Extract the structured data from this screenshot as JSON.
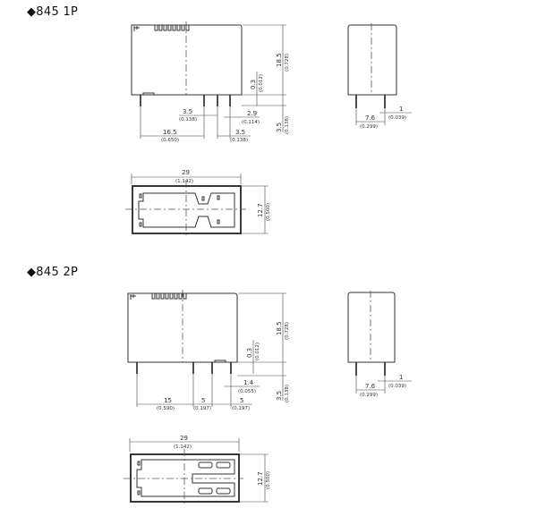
{
  "sections": [
    {
      "title": "◆845 1P",
      "front": {
        "height": "18.5",
        "height_in": "(0.728)",
        "gap": "0.3",
        "gap_in": "(0.012)",
        "pin_len": "3.5",
        "pin_len_in": "(0.138)",
        "d1": "3.5",
        "d1_in": "(0.138)",
        "d2": "2.9",
        "d2_in": "(0.114)",
        "d3": "16.5",
        "d3_in": "(0.650)",
        "d4": "3.5",
        "d4_in": "(0.138)"
      },
      "side": {
        "pitch": "7.6",
        "pitch_in": "(0.299)",
        "pin": "1",
        "pin_in": "(0.039)"
      },
      "bottom": {
        "width": "29",
        "width_in": "(1.142)",
        "depth": "12.7",
        "depth_in": "(0.500)"
      }
    },
    {
      "title": "◆845 2P",
      "front": {
        "height": "18.5",
        "height_in": "(0.728)",
        "gap": "0.3",
        "gap_in": "(0.012)",
        "pin_len": "3.5",
        "pin_len_in": "(0.138)",
        "d2": "1.4",
        "d2_in": "(0.055)",
        "d3": "15",
        "d3_in": "(0.590)",
        "d1": "5",
        "d1_in": "(0.197)",
        "d4": "5",
        "d4_in": "(0.197)"
      },
      "side": {
        "pitch": "7.6",
        "pitch_in": "(0.299)",
        "pin": "1",
        "pin_in": "(0.039)"
      },
      "bottom": {
        "width": "29",
        "width_in": "(1.142)",
        "depth": "12.7",
        "depth_in": "(0.500)"
      }
    }
  ]
}
